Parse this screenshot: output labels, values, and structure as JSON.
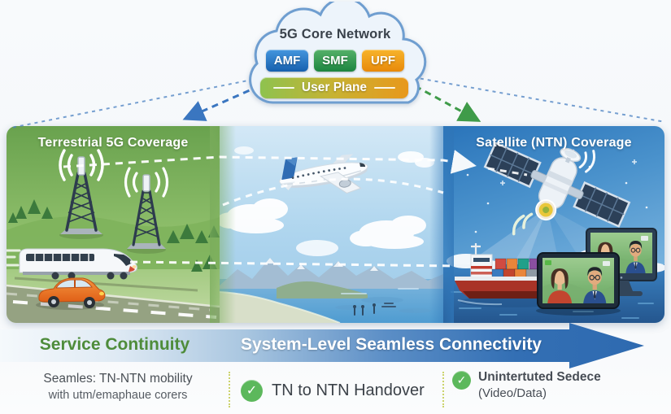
{
  "core_network": {
    "title": "5G Core Network",
    "functions": [
      {
        "label": "AMF",
        "color": "#1e6ec2"
      },
      {
        "label": "SMF",
        "color": "#2b9149"
      },
      {
        "label": "UPF",
        "color": "#ee9413"
      }
    ],
    "user_plane": {
      "label": "User Plane",
      "gradient": [
        "#8ec24f",
        "#e8981c"
      ]
    }
  },
  "panels": {
    "terrestrial": {
      "title": "Terrestrial 5G Coverage",
      "theme_color": "#6faa52",
      "scene": "two cell towers, high-speed train and orange car on road in green landscape"
    },
    "transition": {
      "scene": "airplane flying over coastal mountains, sea and beach"
    },
    "satellite": {
      "title": "Satellite (NTN) Coverage",
      "theme_color": "#2e7abe",
      "scene": "satellite beaming down to cargo ship, monitor and tablet video call over ocean"
    }
  },
  "banner": {
    "left_label": "Service Continuity",
    "left_color": "#4e8c3b",
    "arrow_label": "System-Level Seamless Connectivity",
    "arrow_color": "#2f6cb0"
  },
  "footer": {
    "check_glyph": "✓",
    "check_color": "#5cb85c",
    "items": [
      {
        "line1": "Seamles: TN-NTN mobility",
        "line2": "with utm/emaphaue corers"
      },
      {
        "label": "TN to NTN Handover"
      },
      {
        "line1": "Unintertuted Sedece",
        "line2": "(Video/Data)"
      }
    ]
  }
}
